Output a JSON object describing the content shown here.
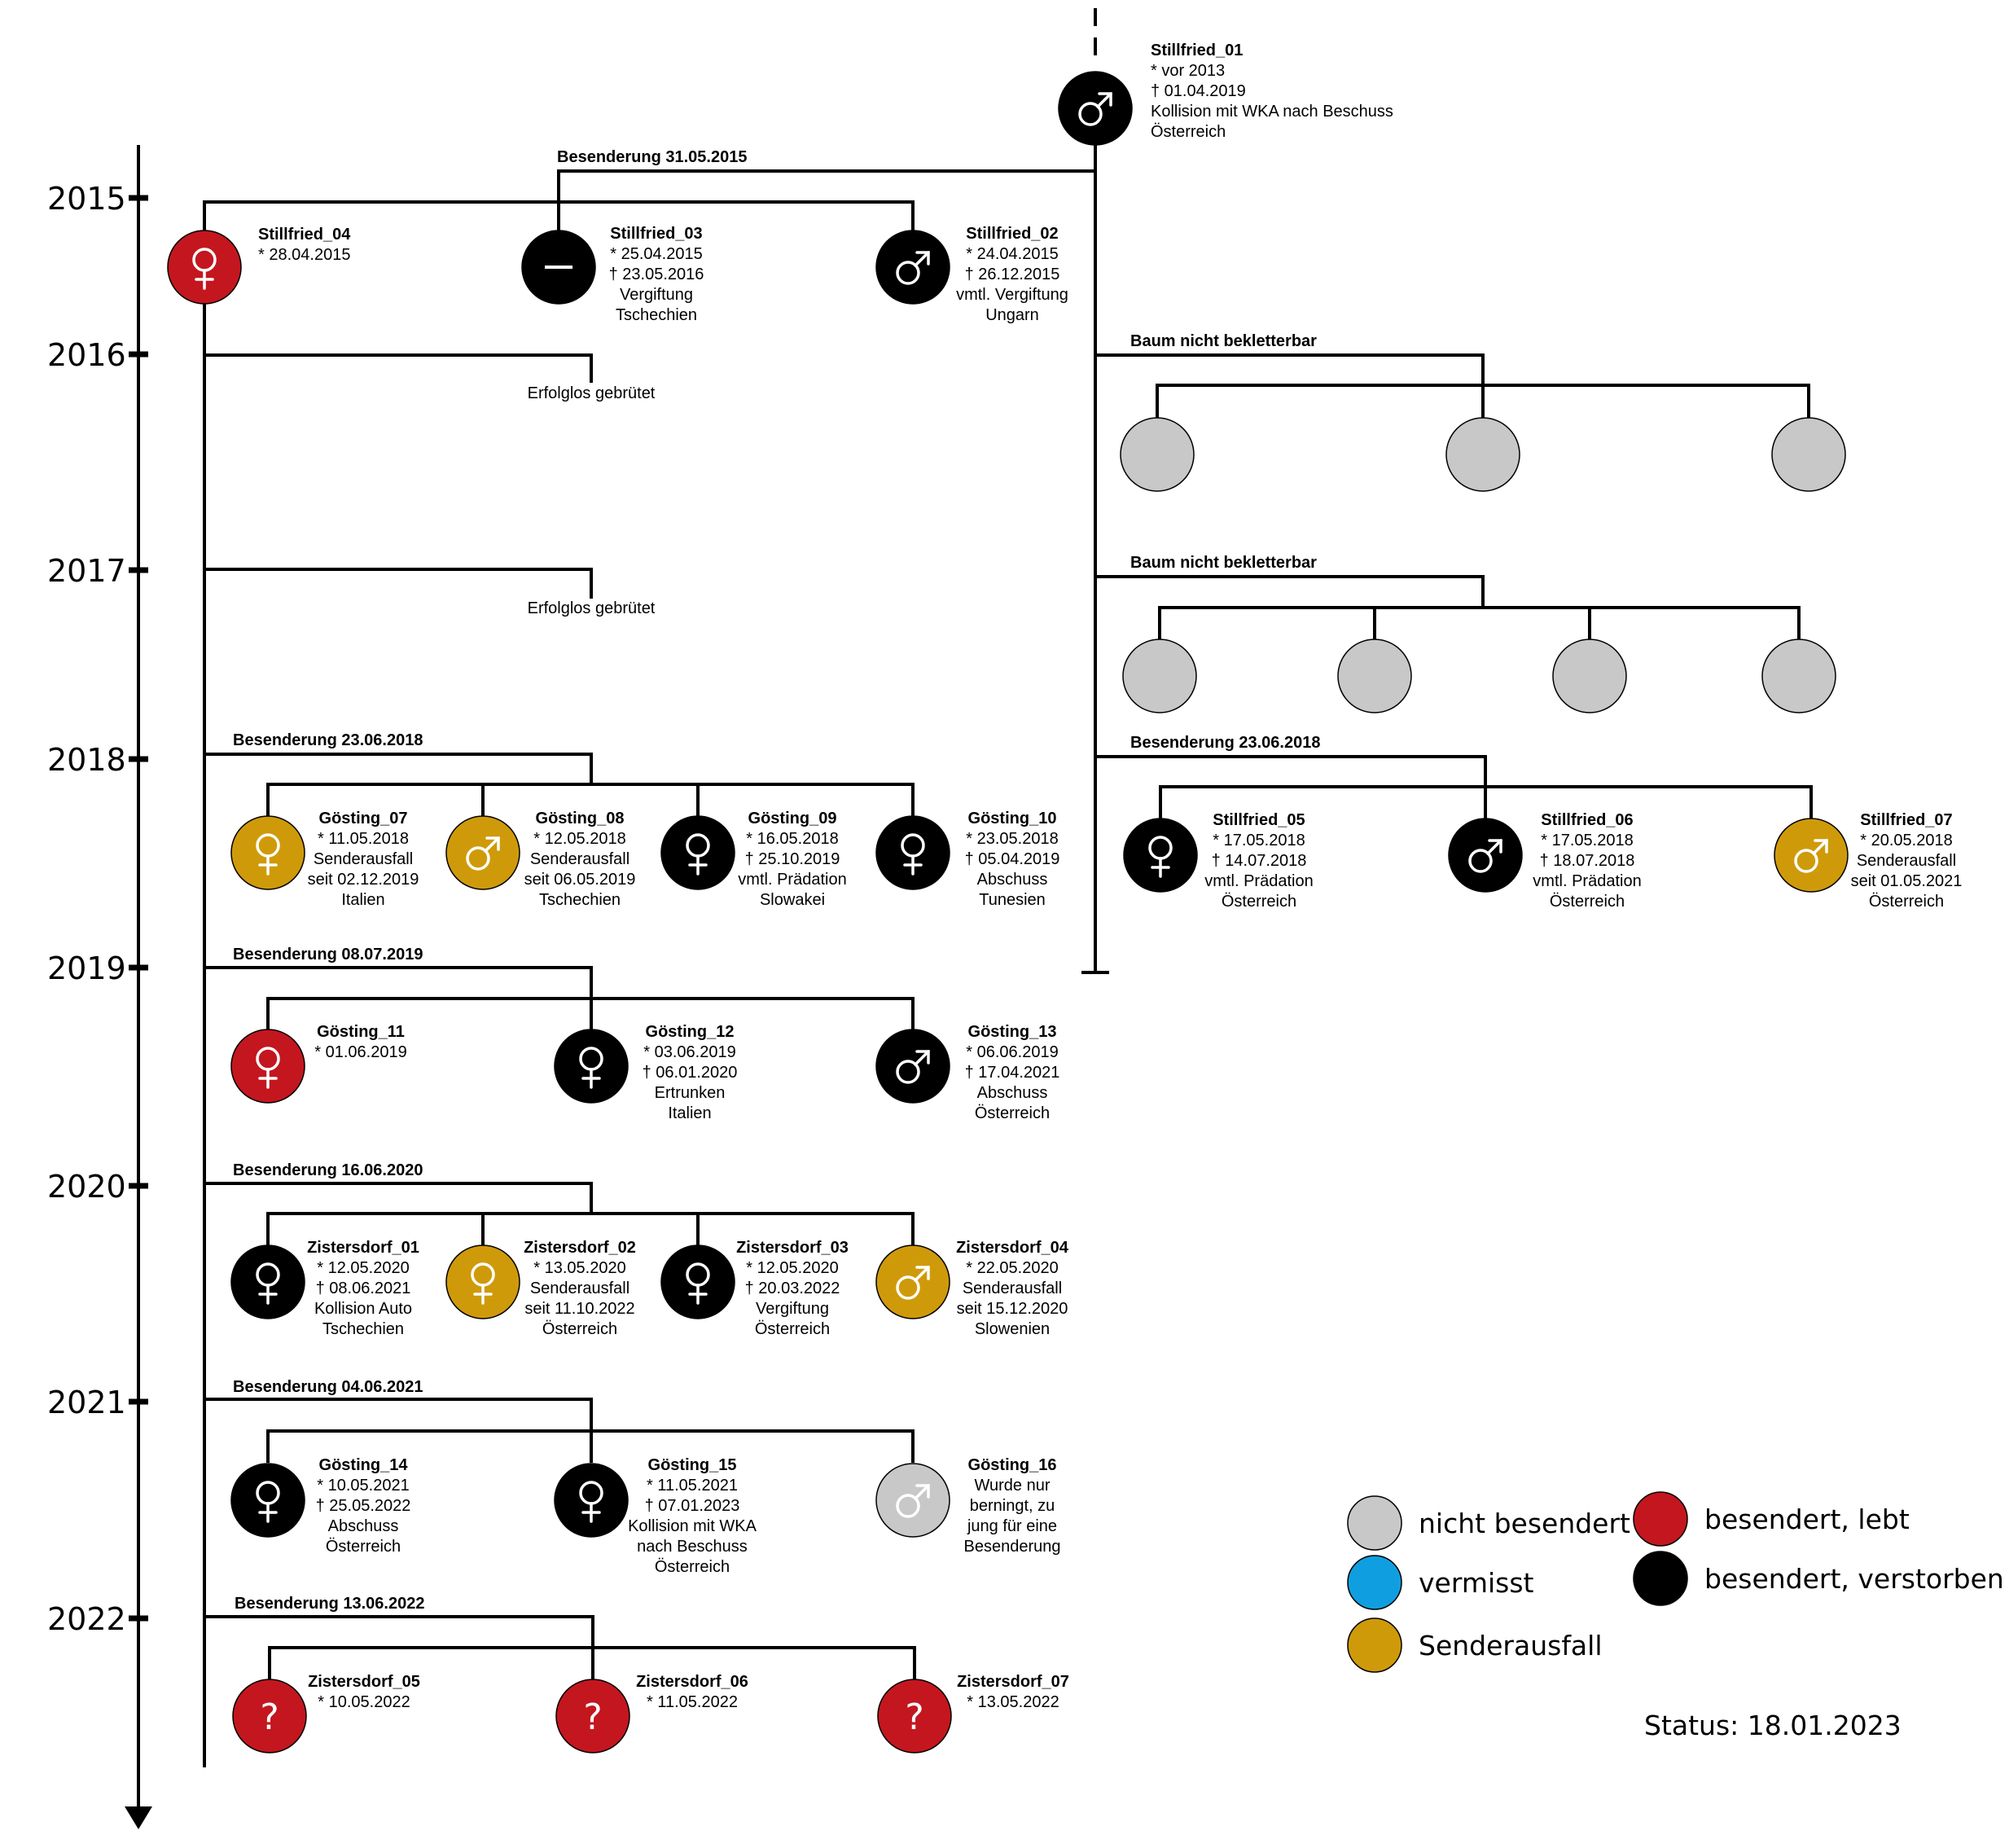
{
  "colors": {
    "nicht_besendert": "#c8c8c8",
    "vermisst": "#0f9fe0",
    "senderausfall": "#cf9a0a",
    "lebt": "#c4161f",
    "verstorben": "#000000"
  },
  "years": [
    "2015",
    "2016",
    "2017",
    "2018",
    "2019",
    "2020",
    "2021",
    "2022"
  ],
  "labels": {
    "b2015": "Besenderung 31.05.2015",
    "baum1": "Baum nicht bekletterbar",
    "baum2": "Baum nicht bekletterbar",
    "erfolg2016": "Erfolglos gebrütet",
    "erfolg2017": "Erfolglos gebrütet",
    "b2018L": "Besenderung 23.06.2018",
    "b2018R": "Besenderung 23.06.2018",
    "b2019": "Besenderung 08.07.2019",
    "b2020": "Besenderung 16.06.2020",
    "b2021": "Besenderung 04.06.2021",
    "b2022": "Besenderung 13.06.2022"
  },
  "birds": [
    {
      "id": "s01",
      "symbol": "male",
      "status": "verstorben",
      "name": "Stillfried_01",
      "lines": [
        "* vor 2013",
        "† 01.04.2019",
        "Kollision mit WKA nach Beschuss",
        "Österreich"
      ]
    },
    {
      "id": "s04",
      "symbol": "female",
      "status": "lebt",
      "name": "Stillfried_04",
      "lines": [
        "* 28.04.2015"
      ]
    },
    {
      "id": "s03",
      "symbol": "dash",
      "status": "verstorben",
      "name": "Stillfried_03",
      "lines": [
        "* 25.04.2015",
        "† 23.05.2016",
        "Vergiftung",
        "Tschechien"
      ]
    },
    {
      "id": "s02",
      "symbol": "male",
      "status": "verstorben",
      "name": "Stillfried_02",
      "lines": [
        "* 24.04.2015",
        "† 26.12.2015",
        "vmtl. Vergiftung",
        "Ungarn"
      ]
    },
    {
      "id": "g07",
      "symbol": "female",
      "status": "senderausfall",
      "name": "Gösting_07",
      "lines": [
        "* 11.05.2018",
        "Senderausfall",
        "seit 02.12.2019",
        "Italien"
      ]
    },
    {
      "id": "g08",
      "symbol": "male",
      "status": "senderausfall",
      "name": "Gösting_08",
      "lines": [
        "* 12.05.2018",
        "Senderausfall",
        "seit 06.05.2019",
        "Tschechien"
      ]
    },
    {
      "id": "g09",
      "symbol": "female",
      "status": "verstorben",
      "name": "Gösting_09",
      "lines": [
        "* 16.05.2018",
        "† 25.10.2019",
        "vmtl. Prädation",
        "Slowakei"
      ]
    },
    {
      "id": "g10",
      "symbol": "female",
      "status": "verstorben",
      "name": "Gösting_10",
      "lines": [
        "* 23.05.2018",
        "† 05.04.2019",
        "Abschuss",
        "Tunesien"
      ]
    },
    {
      "id": "s05",
      "symbol": "female",
      "status": "verstorben",
      "name": "Stillfried_05",
      "lines": [
        "* 17.05.2018",
        "† 14.07.2018",
        "vmtl. Prädation",
        "Österreich"
      ]
    },
    {
      "id": "s06",
      "symbol": "male",
      "status": "verstorben",
      "name": "Stillfried_06",
      "lines": [
        "* 17.05.2018",
        "† 18.07.2018",
        "vmtl. Prädation",
        "Österreich"
      ]
    },
    {
      "id": "s07",
      "symbol": "male",
      "status": "senderausfall",
      "name": "Stillfried_07",
      "lines": [
        "* 20.05.2018",
        "Senderausfall",
        "seit 01.05.2021",
        "Österreich"
      ]
    },
    {
      "id": "g11",
      "symbol": "female",
      "status": "lebt",
      "name": "Gösting_11",
      "lines": [
        "* 01.06.2019"
      ]
    },
    {
      "id": "g12",
      "symbol": "female",
      "status": "verstorben",
      "name": "Gösting_12",
      "lines": [
        "* 03.06.2019",
        "† 06.01.2020",
        "Ertrunken",
        "Italien"
      ]
    },
    {
      "id": "g13",
      "symbol": "male",
      "status": "verstorben",
      "name": "Gösting_13",
      "lines": [
        "* 06.06.2019",
        "† 17.04.2021",
        "Abschuss",
        "Österreich"
      ]
    },
    {
      "id": "z01",
      "symbol": "female",
      "status": "verstorben",
      "name": "Zistersdorf_01",
      "lines": [
        "* 12.05.2020",
        "† 08.06.2021",
        "Kollision Auto",
        "Tschechien"
      ]
    },
    {
      "id": "z02",
      "symbol": "female",
      "status": "senderausfall",
      "name": "Zistersdorf_02",
      "lines": [
        "* 13.05.2020",
        "Senderausfall",
        "seit 11.10.2022",
        "Österreich"
      ]
    },
    {
      "id": "z03",
      "symbol": "female",
      "status": "verstorben",
      "name": "Zistersdorf_03",
      "lines": [
        "* 12.05.2020",
        "† 20.03.2022",
        "Vergiftung",
        "Österreich"
      ]
    },
    {
      "id": "z04",
      "symbol": "male",
      "status": "senderausfall",
      "name": "Zistersdorf_04",
      "lines": [
        "* 22.05.2020",
        "Senderausfall",
        "seit 15.12.2020",
        "Slowenien"
      ]
    },
    {
      "id": "g14",
      "symbol": "female",
      "status": "verstorben",
      "name": "Gösting_14",
      "lines": [
        "* 10.05.2021",
        "† 25.05.2022",
        "Abschuss",
        "Österreich"
      ]
    },
    {
      "id": "g15",
      "symbol": "female",
      "status": "verstorben",
      "name": "Gösting_15",
      "lines": [
        "* 11.05.2021",
        "† 07.01.2023",
        "Kollision mit WKA",
        "nach Beschuss",
        "Österreich"
      ]
    },
    {
      "id": "g16",
      "symbol": "male",
      "status": "nicht_besendert",
      "name": "Gösting_16",
      "lines": [
        "Wurde nur",
        "berningt, zu",
        "jung für eine",
        "Besenderung"
      ]
    },
    {
      "id": "z05",
      "symbol": "question",
      "status": "lebt",
      "name": "Zistersdorf_05",
      "lines": [
        "* 10.05.2022"
      ]
    },
    {
      "id": "z06",
      "symbol": "question",
      "status": "lebt",
      "name": "Zistersdorf_06",
      "lines": [
        "* 11.05.2022"
      ]
    },
    {
      "id": "z07",
      "symbol": "question",
      "status": "lebt",
      "name": "Zistersdorf_07",
      "lines": [
        "* 13.05.2022"
      ]
    },
    {
      "id": "u1",
      "symbol": "none",
      "status": "nicht_besendert",
      "name": "",
      "lines": []
    },
    {
      "id": "u2",
      "symbol": "none",
      "status": "nicht_besendert",
      "name": "",
      "lines": []
    },
    {
      "id": "u3",
      "symbol": "none",
      "status": "nicht_besendert",
      "name": "",
      "lines": []
    },
    {
      "id": "u4",
      "symbol": "none",
      "status": "nicht_besendert",
      "name": "",
      "lines": []
    },
    {
      "id": "u5",
      "symbol": "none",
      "status": "nicht_besendert",
      "name": "",
      "lines": []
    },
    {
      "id": "u6",
      "symbol": "none",
      "status": "nicht_besendert",
      "name": "",
      "lines": []
    },
    {
      "id": "u7",
      "symbol": "none",
      "status": "nicht_besendert",
      "name": "",
      "lines": []
    }
  ],
  "legend": [
    {
      "status": "nicht_besendert",
      "label": "nicht besendert"
    },
    {
      "status": "vermisst",
      "label": "vermisst"
    },
    {
      "status": "senderausfall",
      "label": "Senderausfall"
    },
    {
      "status": "lebt",
      "label": "besendert, lebt"
    },
    {
      "status": "verstorben",
      "label": "besendert, verstorben"
    }
  ],
  "status_text": "Status: 18.01.2023"
}
